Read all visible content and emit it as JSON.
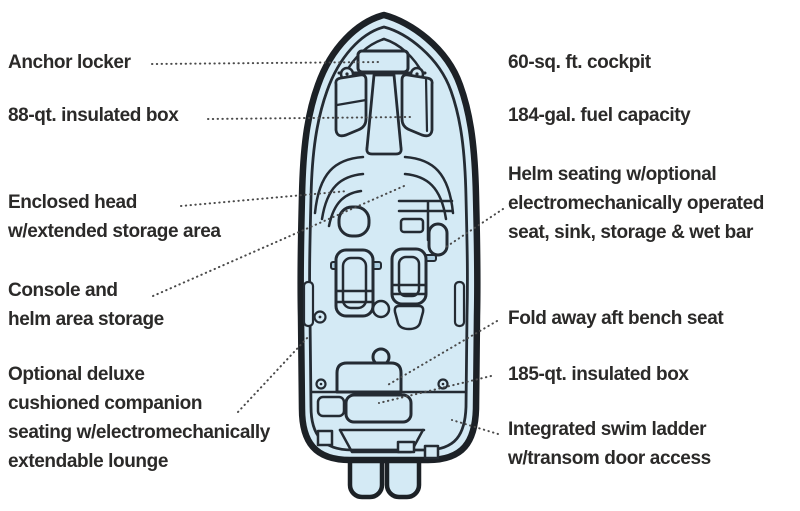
{
  "diagram": {
    "type": "boat-deck-plan-top-view",
    "callouts_left": [
      {
        "id": "anchor-locker",
        "text": "Anchor locker"
      },
      {
        "id": "insulated-box-88qt",
        "text": "88-qt. insulated box"
      },
      {
        "id": "enclosed-head",
        "text": "Enclosed head\nw/extended storage area"
      },
      {
        "id": "console-storage",
        "text": "Console and\nhelm area storage"
      },
      {
        "id": "companion-seating",
        "text": "Optional deluxe\ncushioned companion\nseating w/electromechanically\nextendable lounge"
      }
    ],
    "callouts_right": [
      {
        "id": "cockpit",
        "text": "60-sq. ft. cockpit"
      },
      {
        "id": "fuel-capacity",
        "text": "184-gal. fuel capacity"
      },
      {
        "id": "helm-seating",
        "text": "Helm seating w/optional\nelectromechanically operated\nseat, sink, storage & wet bar"
      },
      {
        "id": "aft-bench-seat",
        "text": "Fold away aft bench seat"
      },
      {
        "id": "insulated-box-185qt",
        "text": "185-qt. insulated box"
      },
      {
        "id": "swim-ladder",
        "text": "Integrated swim ladder\nw/transom door access"
      }
    ],
    "colors": {
      "hull_fill": "#d4eaf5",
      "outline": "#1c2126",
      "detail_stroke": "#242b33",
      "label_text": "#2b2a29",
      "leader_line": "#4a4a4a",
      "background": "#ffffff"
    }
  }
}
